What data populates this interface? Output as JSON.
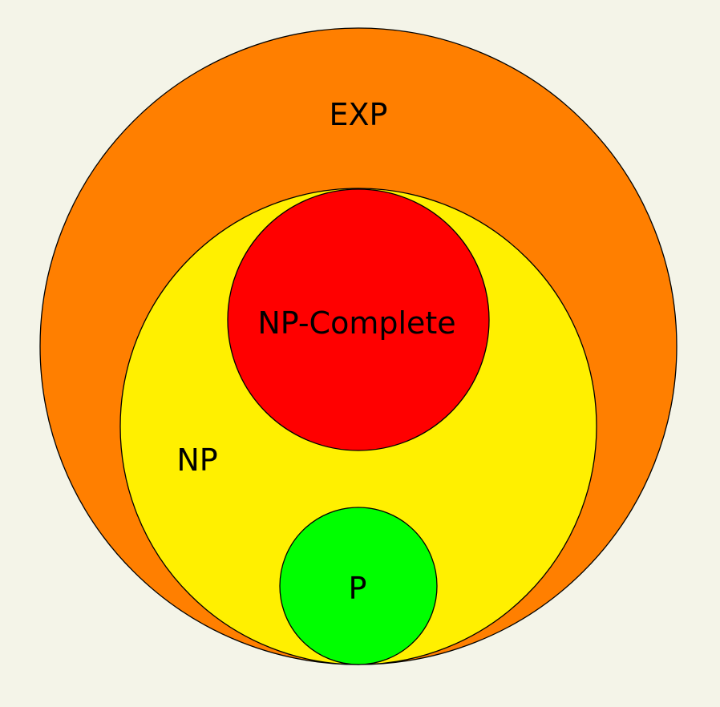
{
  "background_color": "#f4f4e8",
  "sets": {
    "exp": {
      "label": "EXP",
      "color": "#ff7f00"
    },
    "np": {
      "label": "NP",
      "color": "#fff000"
    },
    "np_complete": {
      "label": "NP-Complete",
      "color": "#ff0000"
    },
    "p": {
      "label": "P",
      "color": "#00ff00"
    }
  }
}
